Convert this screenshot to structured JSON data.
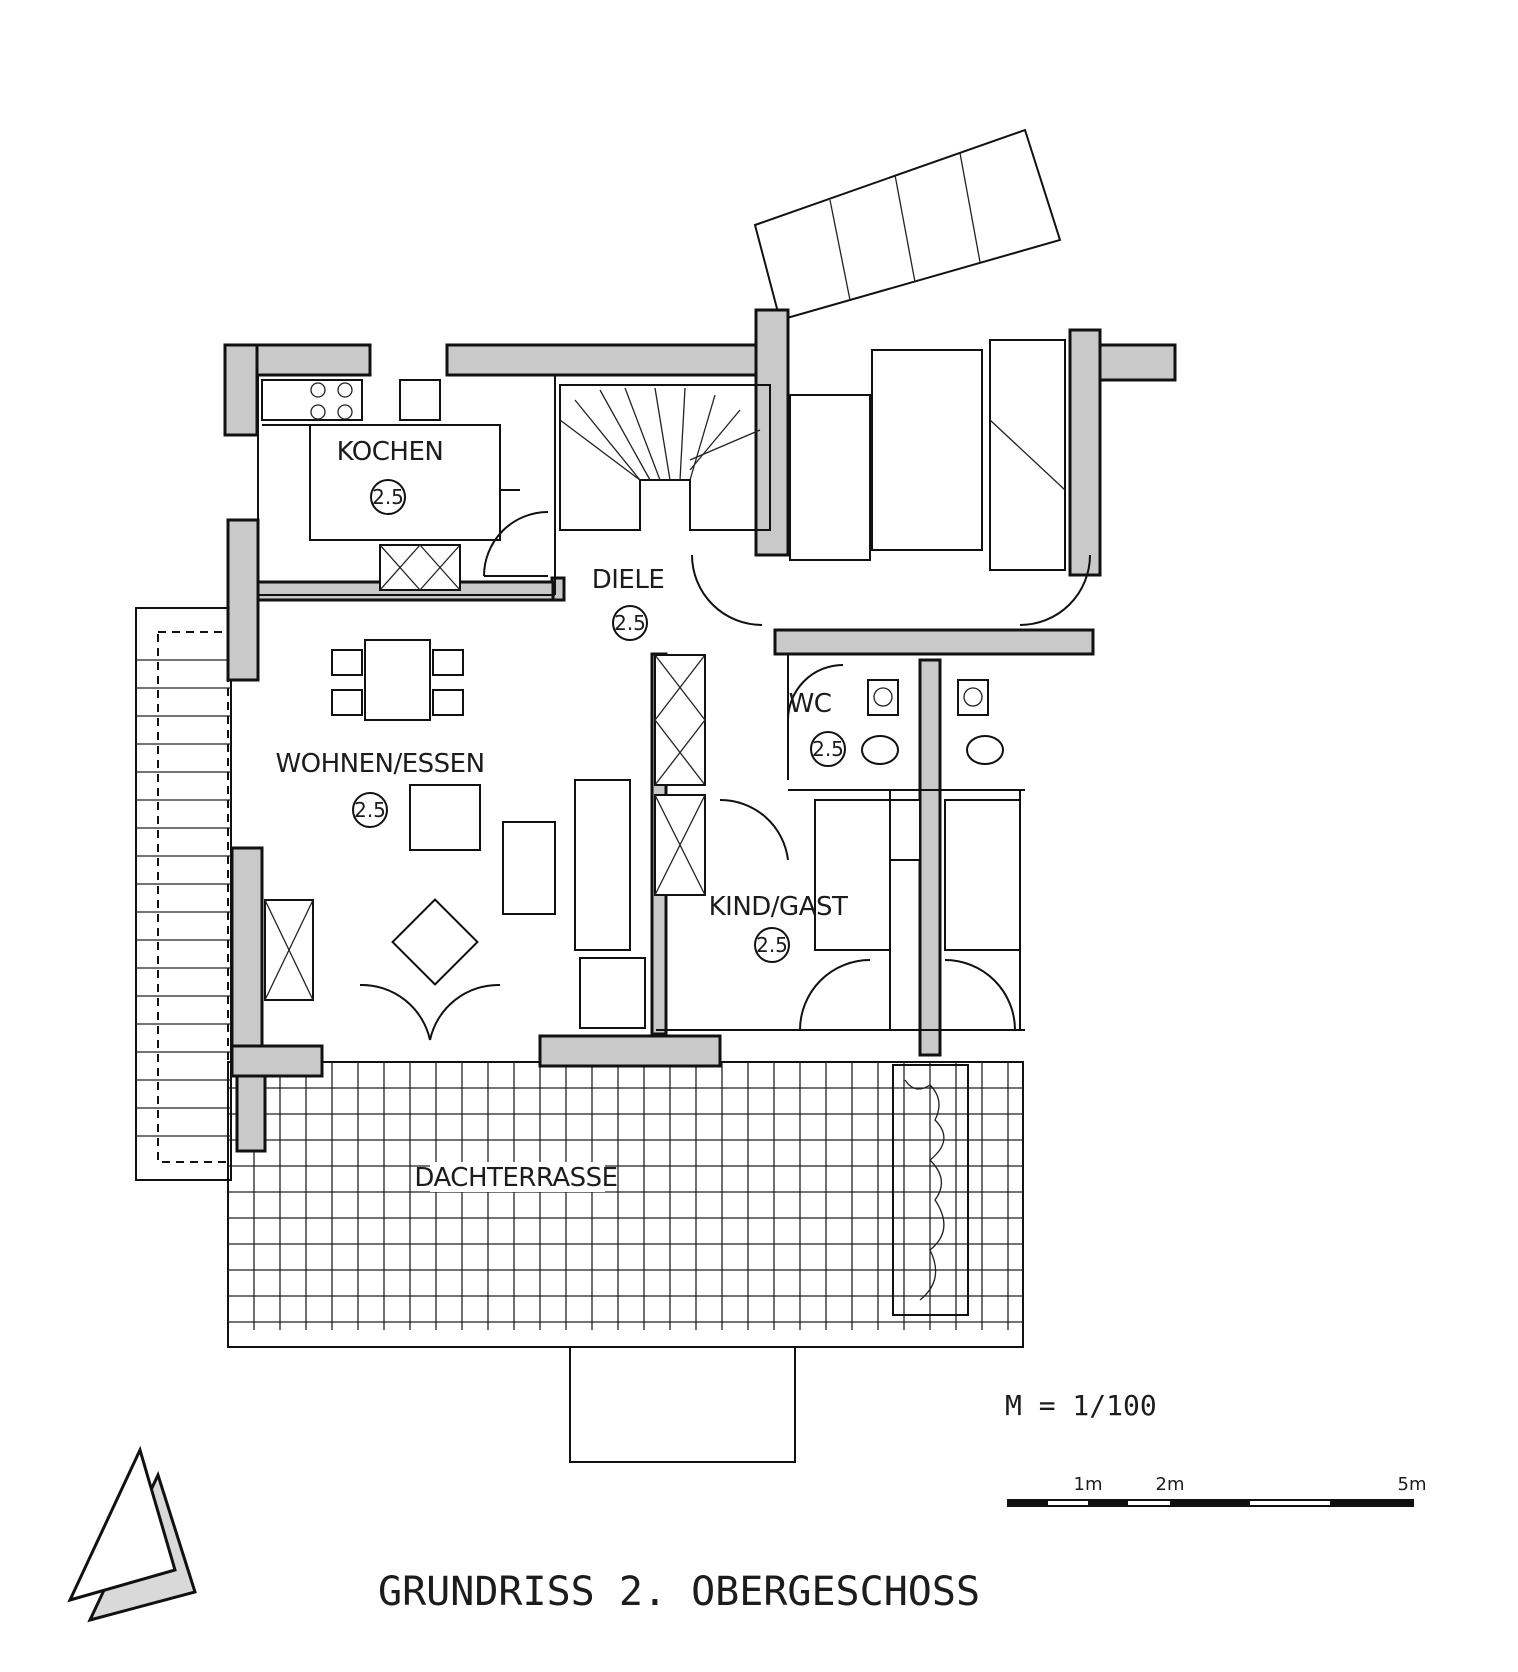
{
  "title": "GRUNDRISS 2. OBERGESCHOSS",
  "scale": {
    "ratio_label": "M = 1/100",
    "ticks": [
      "1m",
      "2m",
      "5m"
    ]
  },
  "rooms": {
    "kochen": {
      "name": "KOCHEN",
      "height": "2.5"
    },
    "diele": {
      "name": "DIELE",
      "height": "2.5"
    },
    "wohnen": {
      "name": "WOHNEN/ESSEN",
      "height": "2.5"
    },
    "wc": {
      "name": "WC",
      "height": "2.5"
    },
    "kind": {
      "name": "KIND/GAST",
      "height": "2.5"
    },
    "terrasse": {
      "name": "DACHTERRASSE"
    }
  },
  "icons": [
    "north-arrow-icon",
    "scale-bar-icon"
  ],
  "colors": {
    "wall_fill": "#c9c9c9",
    "line": "#111111",
    "paper": "#ffffff"
  }
}
